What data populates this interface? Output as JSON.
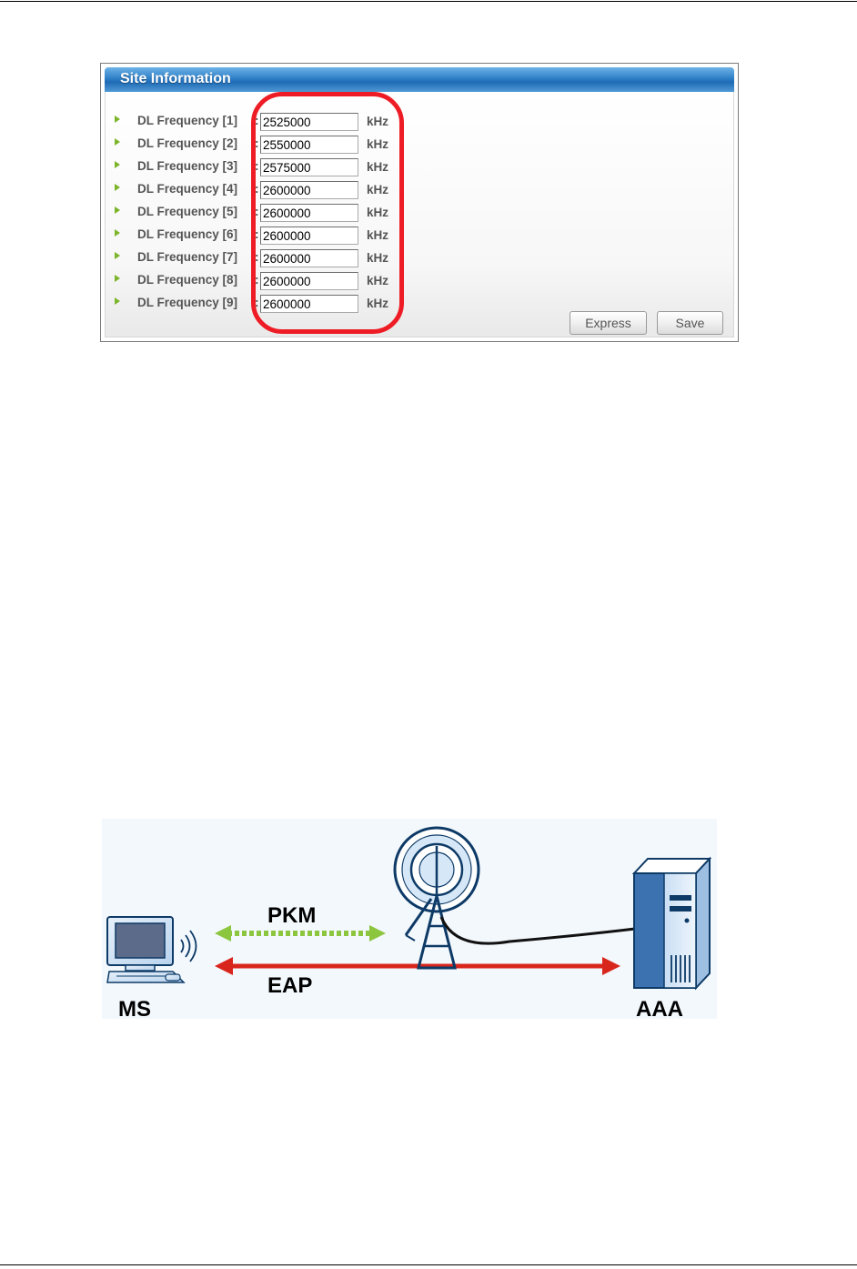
{
  "site_info": {
    "title": "Site Information",
    "rows": [
      {
        "label": "DL Frequency [1]",
        "value": "2525000",
        "unit": "kHz"
      },
      {
        "label": "DL Frequency [2]",
        "value": "2550000",
        "unit": "kHz"
      },
      {
        "label": "DL Frequency [3]",
        "value": "2575000",
        "unit": "kHz"
      },
      {
        "label": "DL Frequency [4]",
        "value": "2600000",
        "unit": "kHz"
      },
      {
        "label": "DL Frequency [5]",
        "value": "2600000",
        "unit": "kHz"
      },
      {
        "label": "DL Frequency [6]",
        "value": "2600000",
        "unit": "kHz"
      },
      {
        "label": "DL Frequency [7]",
        "value": "2600000",
        "unit": "kHz"
      },
      {
        "label": "DL Frequency [8]",
        "value": "2600000",
        "unit": "kHz"
      },
      {
        "label": "DL Frequency [9]",
        "value": "2600000",
        "unit": "kHz"
      }
    ],
    "buttons": {
      "express": "Express",
      "save": "Save"
    },
    "highlight_color": "#ee1c25",
    "header_color": "#1f6bb5"
  },
  "diagram": {
    "pkm_label": "PKM",
    "eap_label": "EAP",
    "ms_label": "MS",
    "aaa_label": "AAA",
    "pkm_color": "#8cc63f",
    "eap_color": "#d9261c",
    "icons": [
      "computer-icon",
      "wireless-signal-icon",
      "base-station-icon",
      "server-icon"
    ]
  }
}
